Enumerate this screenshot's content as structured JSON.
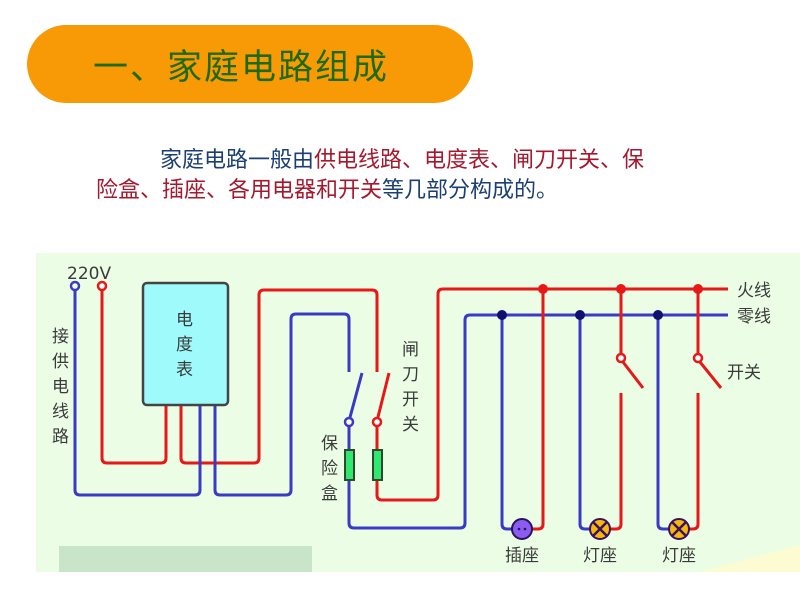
{
  "title": "一、家庭电路组成",
  "intro": {
    "segments": [
      {
        "text": "家庭电路一般由",
        "highlight": false
      },
      {
        "text": "供电线路、电度表、闸刀开关、保险盒、插座、各用电器和开关",
        "highlight": true
      },
      {
        "text": "等几部分构成的。",
        "highlight": false
      }
    ]
  },
  "diagram": {
    "voltage_label": "220V",
    "supply_label": [
      "接",
      "供",
      "电",
      "线",
      "路"
    ],
    "meter_label": [
      "电",
      "度",
      "表"
    ],
    "knife_switch_label": [
      "闸",
      "刀",
      "开",
      "关"
    ],
    "fuse_box_label": [
      "保",
      "险",
      "盒"
    ],
    "live_wire_label": "火线",
    "neutral_wire_label": "零线",
    "switch_label": "开关",
    "socket_label": "插座",
    "lamp_holder_labels": [
      "灯座",
      "灯座"
    ]
  },
  "colors": {
    "live_wire": "#e81818",
    "neutral_wire": "#3a3ac4",
    "title_bg": "#f79a05",
    "title_text": "#1f6a0c",
    "text_blue": "#1b3f73",
    "text_red": "#a5182e",
    "panel_bg": "#ecfde6",
    "meter_fill": "#9ffbfb",
    "fuse_fill": "#2ee870",
    "socket_fill": "#8b5cf0",
    "lamp_fill": "#f5b90c"
  }
}
